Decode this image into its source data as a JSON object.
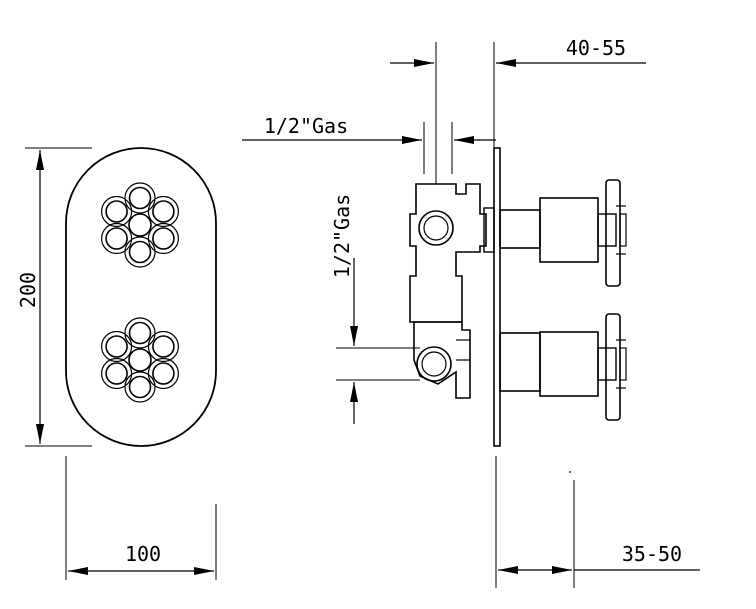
{
  "dimensions": {
    "height": "200",
    "width": "100",
    "depth_top": "40-55",
    "depth_bottom": "35-50",
    "gas_horizontal": "1/2\"Gas",
    "gas_vertical": "1/2\"Gas"
  },
  "colors": {
    "line": "#000000",
    "background": "#ffffff"
  }
}
